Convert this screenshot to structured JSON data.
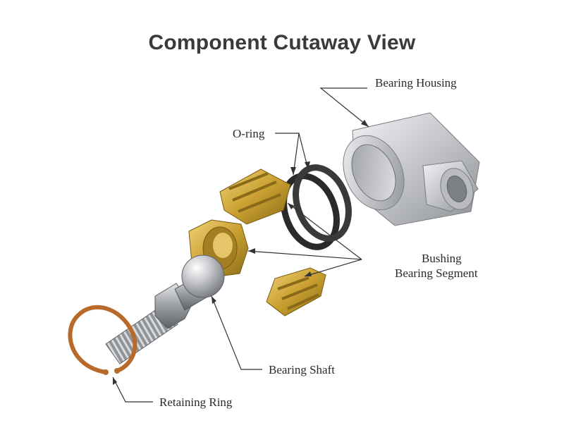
{
  "title": "Component Cutaway View",
  "labels": {
    "bearing_housing": "Bearing Housing",
    "o_ring": "O-ring",
    "bushing": "Bushing",
    "bearing_segment": "Bearing Segment",
    "bearing_shaft": "Bearing Shaft",
    "retaining_ring": "Retaining Ring"
  },
  "colors": {
    "brass": "#c9a030",
    "housing": "#c7c9cc",
    "o_ring": "#2a2a2a",
    "retaining_ring": "#b86a2a",
    "leader": "#333333"
  }
}
